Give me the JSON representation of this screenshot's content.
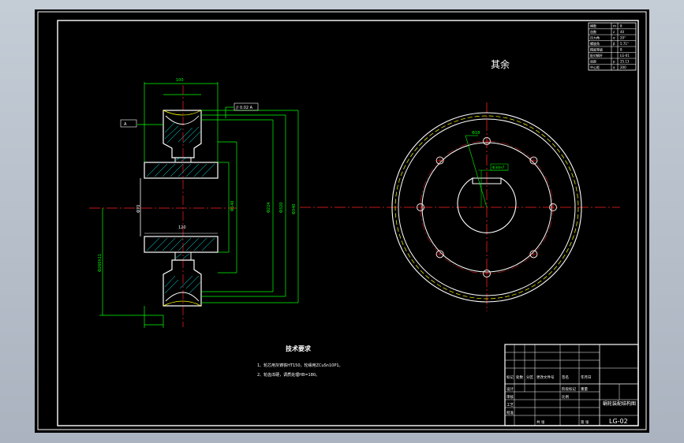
{
  "drawing": {
    "roughness_note": "其余",
    "tech_requirements_title": "技术要求",
    "tech_requirements": [
      "1、轮芯用灰铸铁HT150，轮缘用ZCuSn10P1。",
      "2、轮齿淬硬，调质处理HB=180。"
    ],
    "drawing_number": "LG-02",
    "part_name": "蜗轮装配结构图",
    "title_block_headers": [
      "标记",
      "处数",
      "分区",
      "更改文件号",
      "签名",
      "年月日"
    ],
    "title_block_rows": [
      "设计",
      "审核",
      "工艺",
      "批准"
    ],
    "title_block_right": [
      "阶段标记",
      "重量",
      "比例",
      "共  张",
      "第  张"
    ],
    "params_table": [
      [
        "模数",
        "m",
        "8"
      ],
      [
        "齿数",
        "z",
        "40"
      ],
      [
        "压力角",
        "α",
        "20°"
      ],
      [
        "螺旋角",
        "β",
        "5.71°"
      ],
      [
        "精度等级",
        "",
        "8"
      ],
      [
        "配对蜗杆",
        "",
        "LG-01"
      ],
      [
        "齿距",
        "p",
        "25.13"
      ],
      [
        "中心距",
        "a",
        "200"
      ]
    ],
    "dims": {
      "top_width": "100",
      "bore_width": "120",
      "dia_1": "Φ140",
      "dia_2": "Φ224",
      "dia_3": "Φ320",
      "dia_4": "Φ340",
      "hole_dia": "Φ18",
      "keyway": "Φ30H7",
      "bore_dia": "Φ70",
      "left_vert": "Φ260h11",
      "flatness_callout": "// 0.02 A",
      "datum_callout": "A"
    }
  },
  "colors": {
    "outline": "#ffffff",
    "dimension": "#00ff00",
    "hatch": "#00ffff",
    "centerline": "#ff2020",
    "hidden": "#ffff00",
    "border": "#ffffff",
    "background": "#000000"
  }
}
